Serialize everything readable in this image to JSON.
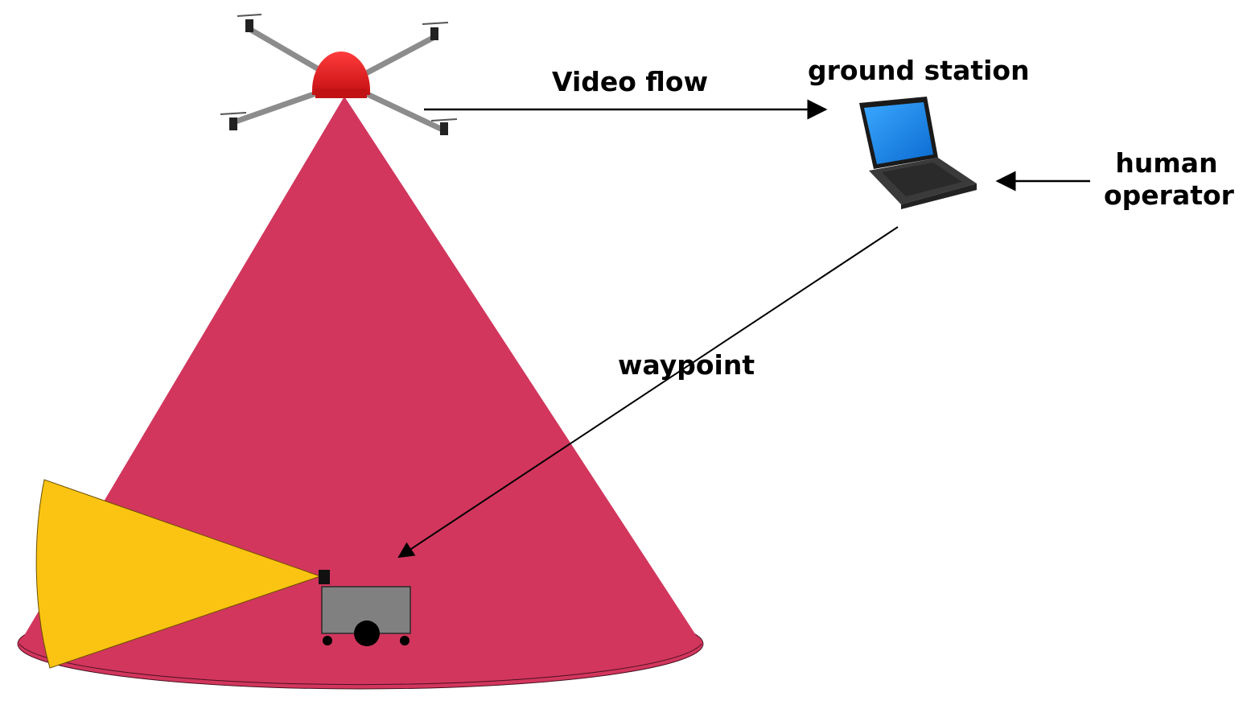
{
  "labels": {
    "video_flow": "Video flow",
    "ground_station": "ground station",
    "human_line1": "human",
    "human_line2": "operator",
    "waypoint": "waypoint"
  },
  "colors": {
    "cone": "#d2365d",
    "robot_fov": "#fbc412",
    "drone_dome": "#e8191c",
    "drone_arm": "#8c8c8c",
    "robot_body": "#808080",
    "laptop_screen": "#1e8fe8",
    "laptop_body": "#3a3a3a",
    "arrow": "#000000"
  },
  "icons": {
    "drone": "quadcopter-icon",
    "laptop": "laptop-icon",
    "robot": "ground-robot-icon"
  }
}
